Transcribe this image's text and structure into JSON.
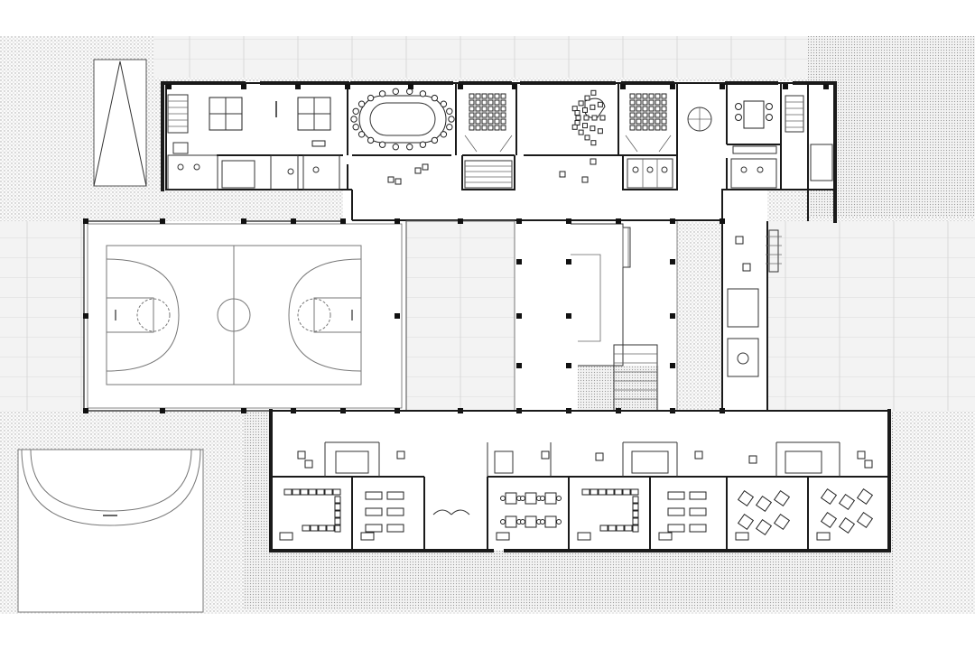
{
  "drawing": {
    "kind": "architectural floor plan",
    "colors": {
      "wall": "#1a1a1a",
      "ground_texture": "#b5b5b5",
      "courtyard_paving": "#f0f0f0",
      "background": "#ffffff"
    },
    "wings": [
      "north-wing",
      "sports-hall",
      "central-corridor",
      "courtyard-left",
      "courtyard-right",
      "east-wing",
      "south-wing",
      "outdoor-field"
    ],
    "rooms": [
      {
        "id": "gym-hall",
        "furniture": "basketball-court"
      },
      {
        "id": "table-tennis-room",
        "furniture": "ping-pong-tables"
      },
      {
        "id": "conference-room",
        "furniture": "oval-meeting-table"
      },
      {
        "id": "lecture-room-a",
        "furniture": "seat-rows"
      },
      {
        "id": "music-room",
        "furniture": "grand-piano"
      },
      {
        "id": "lecture-room-b",
        "furniture": "seat-rows"
      },
      {
        "id": "dining-room",
        "furniture": "dining-table"
      },
      {
        "id": "classroom-1",
        "furniture": "u-shaped-desks"
      },
      {
        "id": "classroom-2",
        "furniture": "paired-desks"
      },
      {
        "id": "classroom-3",
        "furniture": "group-tables"
      },
      {
        "id": "classroom-4",
        "furniture": "u-shaped-desks"
      },
      {
        "id": "classroom-5",
        "furniture": "paired-desks"
      },
      {
        "id": "classroom-6",
        "furniture": "group-tables"
      },
      {
        "id": "classroom-7",
        "furniture": "cluster-tables"
      }
    ],
    "stairs": [
      "stair-north-west",
      "stair-north-center",
      "stair-north-east",
      "stair-courtyard"
    ]
  }
}
